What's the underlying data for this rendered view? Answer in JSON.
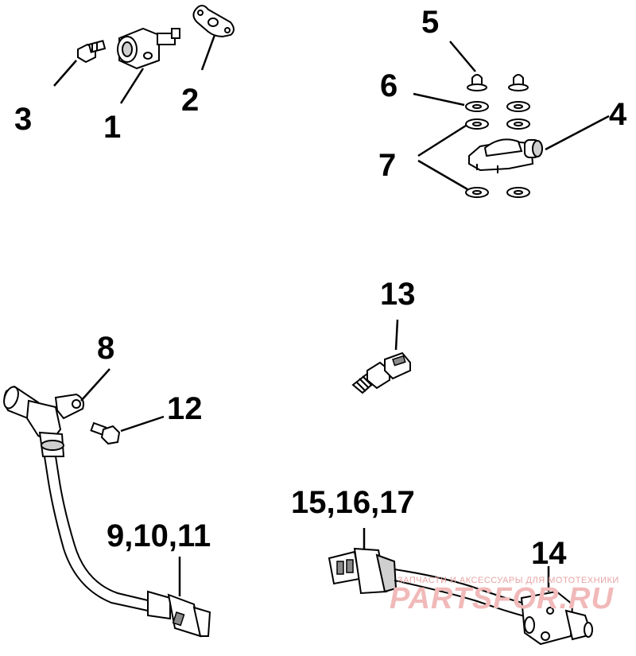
{
  "callouts": {
    "c1": "1",
    "c2": "2",
    "c3": "3",
    "c4": "4",
    "c5": "5",
    "c6": "6",
    "c7": "7",
    "c8": "8",
    "c9_11": "9,10,11",
    "c12": "12",
    "c13": "13",
    "c14": "14",
    "c15_17": "15,16,17"
  },
  "watermark": {
    "tagline": "ЗАПЧАСТИ И АКСЕССУАРЫ ДЛЯ МОТОТЕХНИКИ",
    "logo": "PARTSFOR.RU",
    "color": "#e8a4a4"
  }
}
